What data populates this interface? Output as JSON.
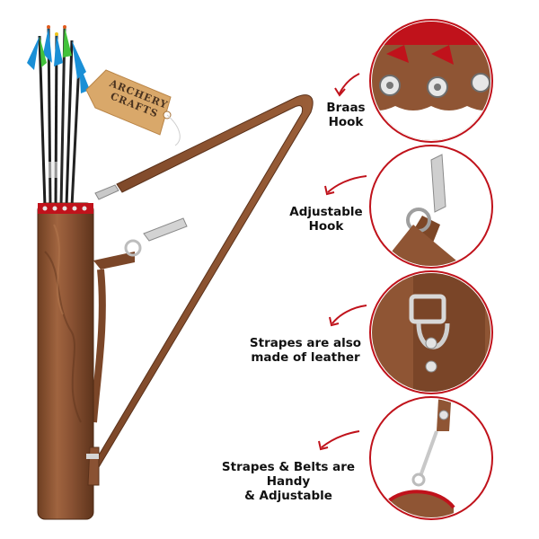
{
  "tag": {
    "line1": "ARCHERY",
    "line2": "CRAFTS"
  },
  "callouts": [
    {
      "line1": "Braas",
      "line2": "Hook"
    },
    {
      "line1": "Adjustable",
      "line2": "Hook"
    },
    {
      "line1": "Strapes are also",
      "line2": "made of leather"
    },
    {
      "line1": "Strapes & Belts are Handy",
      "line2": "& Adjustable"
    }
  ],
  "colors": {
    "leather": "#8a5233",
    "leather_dark": "#6b3d22",
    "accent_red": "#c0121b",
    "arrow_blue": "#1a8fd6",
    "arrow_green": "#42c23a",
    "tag": "#d9a86a"
  }
}
